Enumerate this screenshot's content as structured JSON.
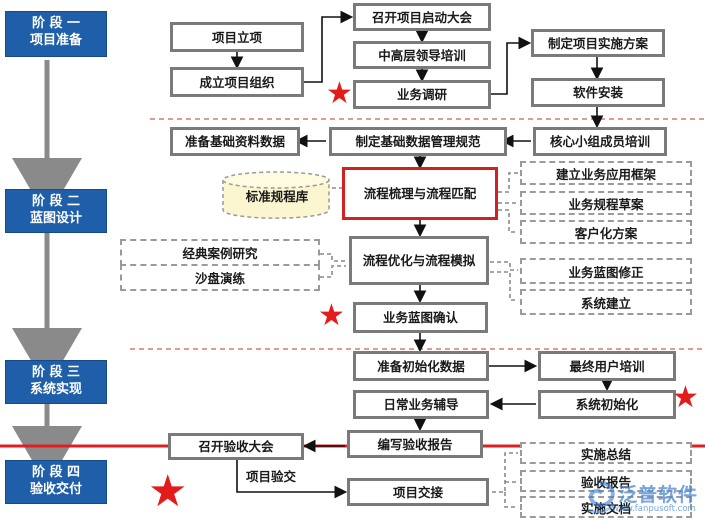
{
  "stages": [
    {
      "line1": "阶 段 一",
      "line2": "项目准备"
    },
    {
      "line1": "阶 段 二",
      "line2": "蓝图设计"
    },
    {
      "line1": "阶 段 三",
      "line2": "系统实现"
    },
    {
      "line1": "阶 段 四",
      "line2": "验收交付"
    }
  ],
  "boxes": {
    "project_setup": "项目立项",
    "form_team": "成立项目组织",
    "kickoff": "召开项目启动大会",
    "leader_training": "中高层领导培训",
    "biz_research": "业务调研",
    "impl_plan": "制定项目实施方案",
    "software_install": "软件安装",
    "prep_basic_data": "准备基础资料数据",
    "basic_data_rules": "制定基础数据管理规范",
    "core_training": "核心小组成员培训",
    "process_sort": "流程梳理与流程匹配",
    "process_optimize": "流程优化与流程模拟",
    "blueprint_confirm": "业务蓝图确认",
    "prep_init_data": "准备初始化数据",
    "end_user_training": "最终用户培训",
    "daily_support": "日常业务辅导",
    "system_init": "系统初始化",
    "write_report": "编写验收报告",
    "acceptance_meeting": "召开验收大会",
    "project_handover": "项目交接"
  },
  "dashed": {
    "app_framework": "建立业务应用框架",
    "biz_rules_draft": "业务规程草案",
    "customization": "客户化方案",
    "case_study": "经典案例研究",
    "sand_table": "沙盘演练",
    "blueprint_fix": "业务蓝图修正",
    "system_build": "系统建立",
    "impl_summary": "实施总结",
    "accept_report": "验收报告",
    "impl_docs": "实施文档"
  },
  "cylinder_label": "标准规程库",
  "acceptance_label": "项目验交",
  "logo": {
    "brand": "泛普软件",
    "url": "www.fanpusoft.com"
  },
  "colors": {
    "stage_blue": "#1f5ea8",
    "star_red": "#e31b1b",
    "border_gray": "#7a7a7a",
    "highlight_red": "#d32020"
  }
}
